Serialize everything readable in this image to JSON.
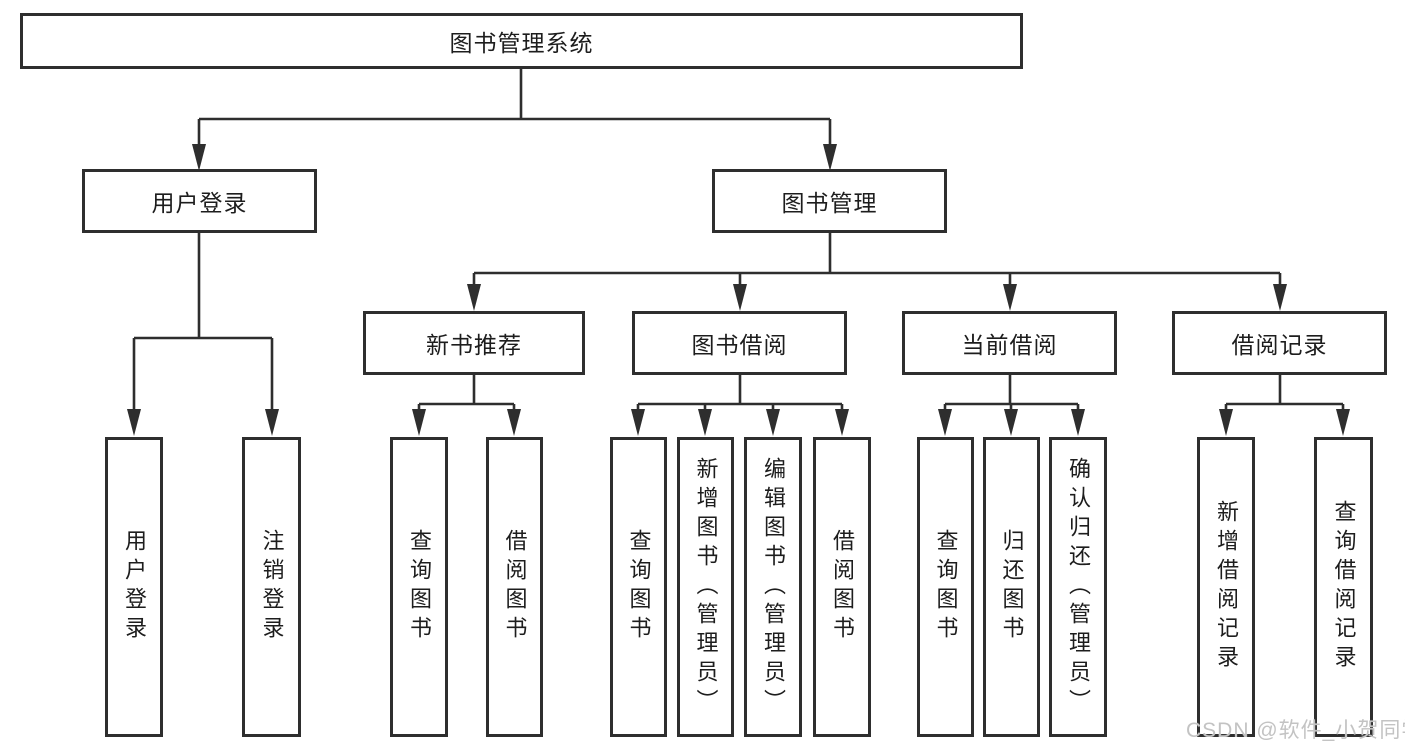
{
  "diagram": {
    "root": {
      "label": "图书管理系统"
    },
    "branches": [
      {
        "label": "用户登录",
        "children": [
          {
            "label": "用户登录"
          },
          {
            "label": "注销登录"
          }
        ]
      },
      {
        "label": "图书管理",
        "children": [
          {
            "label": "新书推荐",
            "children": [
              {
                "label": "查询图书"
              },
              {
                "label": "借阅图书"
              }
            ]
          },
          {
            "label": "图书借阅",
            "children": [
              {
                "label": "查询图书"
              },
              {
                "label": "新增图书（管理员）"
              },
              {
                "label": "编辑图书（管理员）"
              },
              {
                "label": "借阅图书"
              }
            ]
          },
          {
            "label": "当前借阅",
            "children": [
              {
                "label": "查询图书"
              },
              {
                "label": "归还图书"
              },
              {
                "label": "确认归还（管理员）"
              }
            ]
          },
          {
            "label": "借阅记录",
            "children": [
              {
                "label": "新增借阅记录"
              },
              {
                "label": "查询借阅记录"
              }
            ]
          }
        ]
      }
    ],
    "watermark": {
      "text": "CSDN @软件_小贺同学",
      "color": "#c3c3c3"
    },
    "colors": {
      "line": "#2e2e2e",
      "border": "#2e2e2e",
      "background": "#ffffff",
      "text": "#1d1d1d"
    }
  }
}
